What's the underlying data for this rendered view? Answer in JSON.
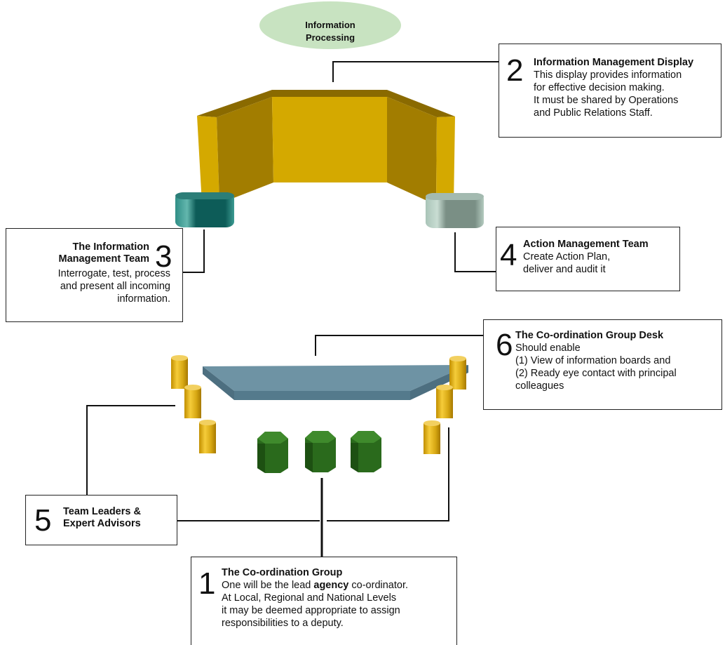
{
  "processing_label": "Information Processing",
  "boxes": {
    "b1": {
      "number": "1",
      "title": "The Co-ordination Group",
      "line1_pre": "One will be the lead ",
      "line1_bold": "agency",
      "line1_post": " co-ordinator.",
      "line2": "At Local, Regional and National Levels",
      "line3": "it may be deemed appropriate to assign",
      "line4": "responsibilities to a deputy."
    },
    "b2": {
      "number": "2",
      "title": "Information Management Display",
      "line1": "This display provides information",
      "line2": "for effective decision making.",
      "line3": "It must be shared by Operations",
      "line4": "and Public Relations Staff."
    },
    "b3": {
      "number": "3",
      "title1": "The Information",
      "title2": "Management Team",
      "line1": "Interrogate, test, process",
      "line2": "and present all incoming",
      "line3": "information."
    },
    "b4": {
      "number": "4",
      "title": "Action Management Team",
      "line1": "Create Action Plan,",
      "line2": "deliver and audit it"
    },
    "b5": {
      "number": "5",
      "title1": "Team Leaders &",
      "title2": "Expert Advisors"
    },
    "b6": {
      "number": "6",
      "title": "The Co-ordination Group Desk",
      "line1": "Should enable",
      "line2": "(1) View of information boards and",
      "line3": "(2) Ready eye contact with principal",
      "line4": "colleagues"
    }
  },
  "colors": {
    "ellipse": "#c8e3c1",
    "display_front": "#d4a900",
    "display_side": "#a27d00",
    "display_top": "#8a6a00",
    "info_team_pod": "#0d5c58",
    "action_team_pod": "#7a8f85",
    "desk_top": "#6e93a4",
    "stool_yellow": "#e0b020",
    "stool_green": "#2a6a1c"
  }
}
